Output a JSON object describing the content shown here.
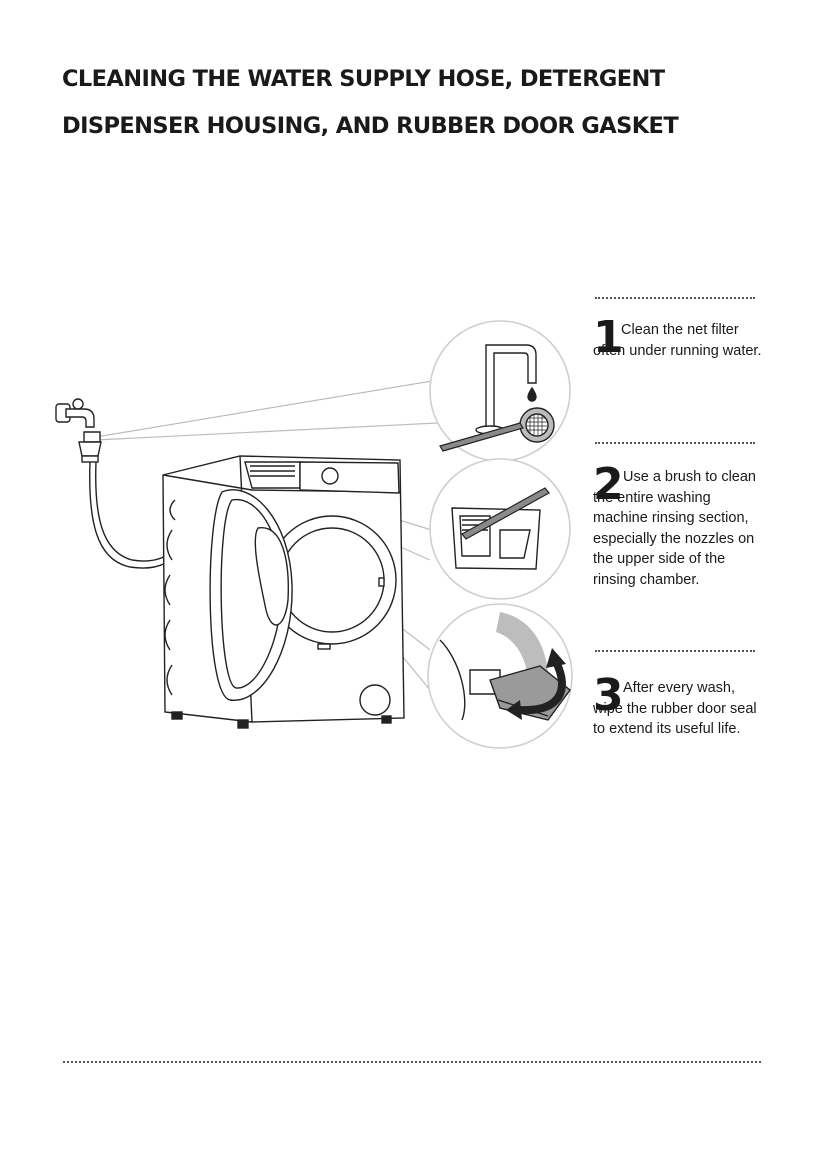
{
  "heading": {
    "line1": "CLEANING THE WATER SUPPLY HOSE, DETERGENT",
    "line2": "DISPENSER HOUSING, AND RUBBER DOOR GASKET"
  },
  "steps": [
    {
      "number": "1",
      "text": "Clean the net filter often under running water."
    },
    {
      "number": "2",
      "text": "Use a brush to clean the entire washing machine rinsing section, especially the nozzles on the upper side of the rinsing chamber."
    },
    {
      "number": "3",
      "text": "After every wash, wipe the rubber door seal to extend its useful life."
    }
  ],
  "icons": [
    "water-tap-icon",
    "washing-machine-icon",
    "faucet-filter-icon",
    "brush-icon",
    "detergent-drawer-icon",
    "door-gasket-icon",
    "rotate-arrow-icon"
  ],
  "colors": {
    "text": "#1a1a1a",
    "line": "#222222",
    "gray_fill": "#9a9a9a",
    "circle_stroke": "#cfcfcf"
  }
}
